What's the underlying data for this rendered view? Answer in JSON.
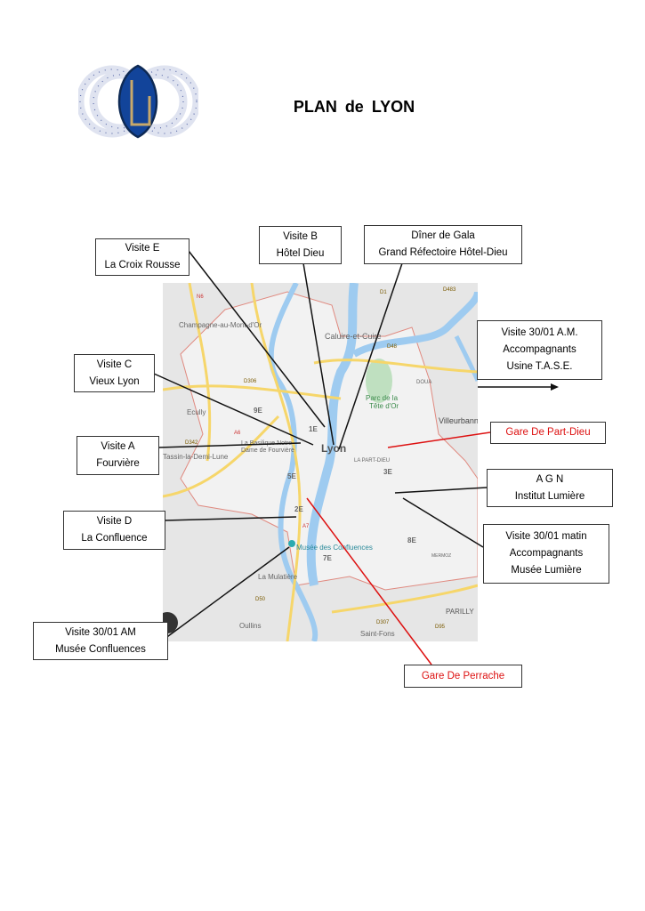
{
  "header": {
    "title": "PLAN de LYON",
    "logo_letter": "L"
  },
  "callouts": {
    "visite_e": {
      "line1": "Visite E",
      "line2": "La Croix Rousse"
    },
    "visite_b": {
      "line1": "Visite B",
      "line2": "Hôtel Dieu"
    },
    "diner": {
      "line1": "Dîner de Gala",
      "line2": "Grand Réfectoire Hôtel-Dieu"
    },
    "visite_tase": {
      "line1": "Visite 30/01 A.M.",
      "line2": "Accompagnants",
      "line3": "Usine T.A.S.E."
    },
    "visite_c": {
      "line1": "Visite C",
      "line2": "Vieux Lyon"
    },
    "visite_a": {
      "line1": "Visite A",
      "line2": "Fourvière"
    },
    "gare_part_dieu": {
      "line1": "Gare De Part-Dieu"
    },
    "agn": {
      "line1": "A G N",
      "line2": "Institut Lumière"
    },
    "visite_d": {
      "line1": "Visite D",
      "line2": "La Confluence"
    },
    "visite_lumiere": {
      "line1": "Visite 30/01 matin",
      "line2": "Accompagnants",
      "line3": "Musée Lumière"
    },
    "visite_confluences": {
      "line1": "Visite 30/01 AM",
      "line2": "Musée Confluences"
    },
    "gare_perrache": {
      "line1": "Gare De Perrache"
    }
  },
  "map": {
    "labels": {
      "champagne": "Champagne-au-Mont-d'Or",
      "caluire": "Caluire-et-Cuire",
      "ecully": "Ecully",
      "villeurbanne": "Villeurbanne",
      "parc": "Parc de la",
      "parc2": "Tête d'Or",
      "lyon": "Lyon",
      "e1": "1E",
      "e9": "9E",
      "e5": "5E",
      "e2": "2E",
      "e3": "3E",
      "e7": "7E",
      "e8": "8E",
      "basilique": "La Basilique Notre",
      "basilique2": "Dame de Fourvière",
      "tassin": "Tassin-la-Demi-Lune",
      "partdieu": "LA PART-DIEU",
      "musee": "Musée des Confluences",
      "mulatiere": "La Mulatière",
      "oullins": "Oullins",
      "mermoz": "MERMOZ",
      "saintfons": "Saint-Fons",
      "parilly": "PARILLY",
      "doua": "DOUA",
      "r_n6": "N6",
      "r_d1": "D1",
      "r_d483": "D483",
      "r_d48": "D48",
      "r_d306": "D306",
      "r_a6": "A6",
      "r_d342": "D342",
      "r_a7": "A7",
      "r_d50": "D50",
      "r_d307": "D307",
      "r_d95": "D95"
    },
    "colors": {
      "land": "#e6e6e6",
      "city": "#f3f3f3",
      "water": "#9ecbf0",
      "road": "#f6d66a",
      "boundary": "#e08a80",
      "red": "#dd1111"
    }
  }
}
